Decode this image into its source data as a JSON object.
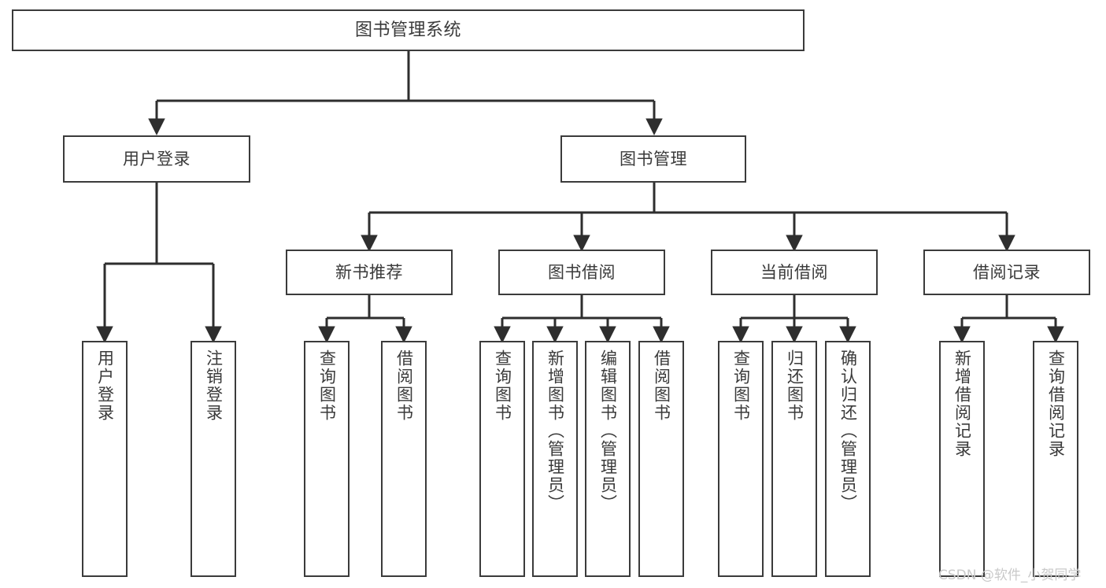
{
  "diagram": {
    "type": "tree-hierarchy",
    "title": "图书管理系统",
    "orientation": "top-down",
    "colors": {
      "background": "#ffffff",
      "box_border": "#3b3b3b",
      "box_fill": "#ffffff",
      "text": "#3a3a3a",
      "edge": "#2e2e2e",
      "watermark": "#c9c9c9"
    },
    "watermark": "CSDN @软件_小贺同学",
    "nodes": {
      "root": {
        "label": "图书管理系统",
        "level": 0,
        "orientation": "horizontal"
      },
      "user_login": {
        "label": "用户登录",
        "level": 1,
        "orientation": "horizontal"
      },
      "book_manage": {
        "label": "图书管理",
        "level": 1,
        "orientation": "horizontal"
      },
      "new_book_rec": {
        "label": "新书推荐",
        "level": 2,
        "orientation": "horizontal"
      },
      "book_borrow": {
        "label": "图书借阅",
        "level": 2,
        "orientation": "horizontal"
      },
      "current_borrow": {
        "label": "当前借阅",
        "level": 2,
        "orientation": "horizontal"
      },
      "borrow_record": {
        "label": "借阅记录",
        "level": 2,
        "orientation": "horizontal"
      },
      "leaf_user_login": {
        "label": "用户登录",
        "level": 2,
        "orientation": "vertical"
      },
      "leaf_logout": {
        "label": "注销登录",
        "level": 2,
        "orientation": "vertical"
      },
      "leaf_query_book_1": {
        "label": "查询图书",
        "level": 3,
        "orientation": "vertical"
      },
      "leaf_borrow_book_1": {
        "label": "借阅图书",
        "level": 3,
        "orientation": "vertical"
      },
      "leaf_query_book_2": {
        "label": "查询图书",
        "level": 3,
        "orientation": "vertical"
      },
      "leaf_add_book": {
        "label": "新增图书（管理员）",
        "level": 3,
        "orientation": "vertical"
      },
      "leaf_edit_book": {
        "label": "编辑图书（管理员）",
        "level": 3,
        "orientation": "vertical"
      },
      "leaf_borrow_book_2": {
        "label": "借阅图书",
        "level": 3,
        "orientation": "vertical"
      },
      "leaf_query_book_3": {
        "label": "查询图书",
        "level": 3,
        "orientation": "vertical"
      },
      "leaf_return_book": {
        "label": "归还图书",
        "level": 3,
        "orientation": "vertical"
      },
      "leaf_confirm_return": {
        "label": "确认归还（管理员）",
        "level": 3,
        "orientation": "vertical"
      },
      "leaf_add_record": {
        "label": "新增借阅记录",
        "level": 3,
        "orientation": "vertical"
      },
      "leaf_query_record": {
        "label": "查询借阅记录",
        "level": 3,
        "orientation": "vertical"
      }
    },
    "edges": [
      {
        "from": "root",
        "to": "user_login"
      },
      {
        "from": "root",
        "to": "book_manage"
      },
      {
        "from": "user_login",
        "to": "leaf_user_login"
      },
      {
        "from": "user_login",
        "to": "leaf_logout"
      },
      {
        "from": "book_manage",
        "to": "new_book_rec"
      },
      {
        "from": "book_manage",
        "to": "book_borrow"
      },
      {
        "from": "book_manage",
        "to": "current_borrow"
      },
      {
        "from": "book_manage",
        "to": "borrow_record"
      },
      {
        "from": "new_book_rec",
        "to": "leaf_query_book_1"
      },
      {
        "from": "new_book_rec",
        "to": "leaf_borrow_book_1"
      },
      {
        "from": "book_borrow",
        "to": "leaf_query_book_2"
      },
      {
        "from": "book_borrow",
        "to": "leaf_add_book"
      },
      {
        "from": "book_borrow",
        "to": "leaf_edit_book"
      },
      {
        "from": "book_borrow",
        "to": "leaf_borrow_book_2"
      },
      {
        "from": "current_borrow",
        "to": "leaf_query_book_3"
      },
      {
        "from": "current_borrow",
        "to": "leaf_return_book"
      },
      {
        "from": "current_borrow",
        "to": "leaf_confirm_return"
      },
      {
        "from": "borrow_record",
        "to": "leaf_add_record"
      },
      {
        "from": "borrow_record",
        "to": "leaf_query_record"
      }
    ]
  }
}
